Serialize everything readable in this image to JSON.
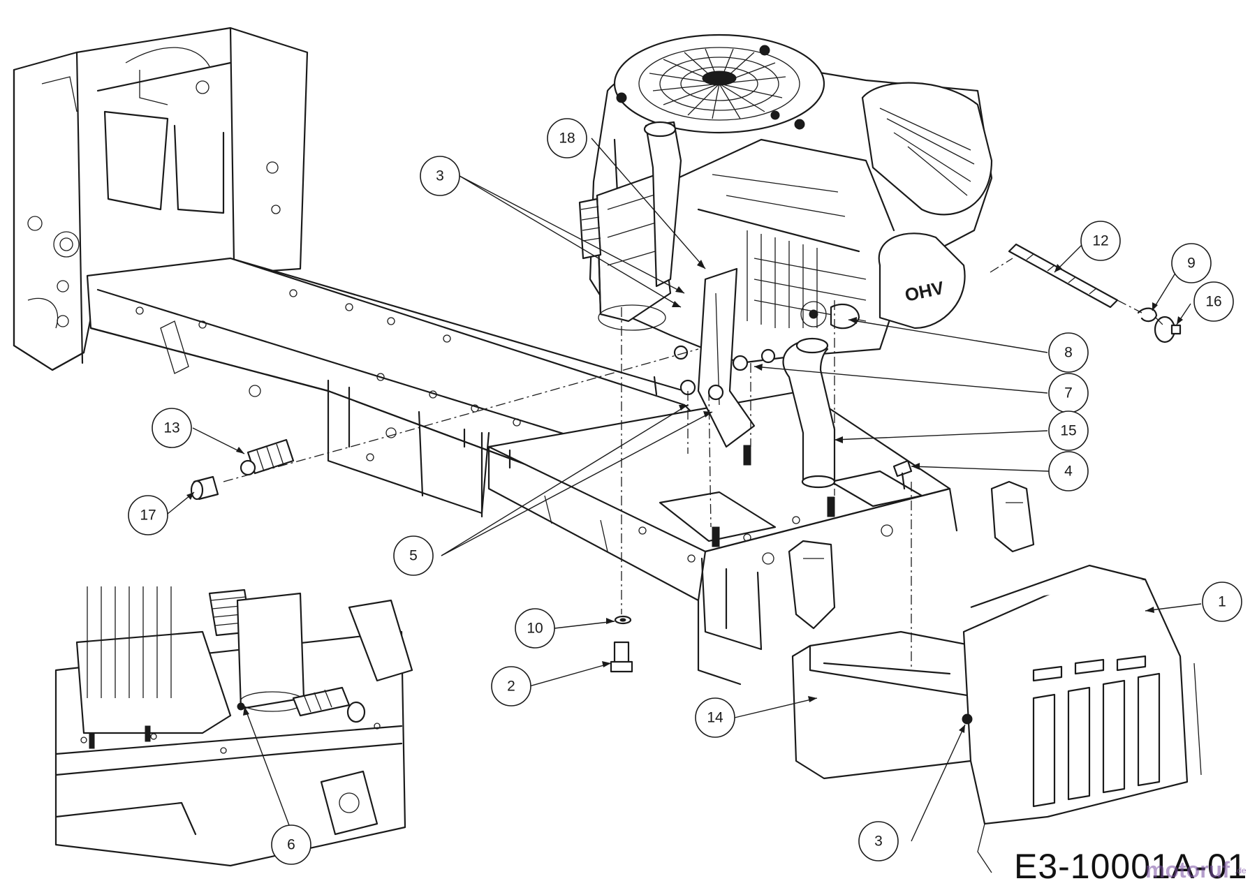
{
  "diagram": {
    "code": "E3-10001A-01",
    "watermark": "motoruf",
    "watermark_tld": ".de",
    "engine_cover_label": "OHV"
  },
  "callouts": [
    "1",
    "2",
    "3",
    "3",
    "4",
    "5",
    "6",
    "7",
    "8",
    "9",
    "10",
    "12",
    "13",
    "14",
    "15",
    "16",
    "17",
    "18"
  ]
}
